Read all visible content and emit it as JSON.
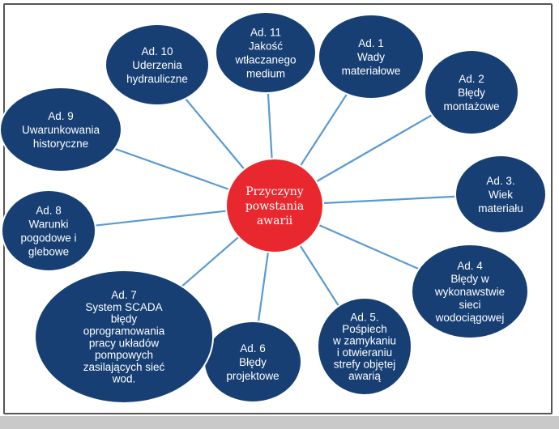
{
  "diagram": {
    "center": {
      "lines": [
        "Przyczyny",
        "powstania",
        "awarii"
      ],
      "color": "#e8282e"
    },
    "node_color": "#173f74",
    "line_color": "#5a9ad0",
    "nodes": [
      {
        "id": "ad1",
        "lines": [
          "Ad. 1",
          "Wady",
          "materiałowe"
        ]
      },
      {
        "id": "ad2",
        "lines": [
          "Ad. 2",
          "Błędy",
          "montażowe"
        ]
      },
      {
        "id": "ad3",
        "lines": [
          "Ad. 3.",
          "Wiek",
          "materiału"
        ]
      },
      {
        "id": "ad4",
        "lines": [
          "Ad. 4",
          "Błędy w",
          "wykonawstwie",
          "sieci",
          "wodociągowej"
        ]
      },
      {
        "id": "ad5",
        "lines": [
          "Ad. 5.",
          "Pośpiech",
          "w zamykaniu",
          "i otwieraniu",
          "strefy objętej",
          "awarią"
        ]
      },
      {
        "id": "ad6",
        "lines": [
          "Ad. 6",
          "Błędy",
          "projektowe"
        ]
      },
      {
        "id": "ad7",
        "lines": [
          "Ad. 7",
          "System SCADA",
          "błędy",
          "oprogramowania",
          "pracy układów",
          "pompowych",
          "zasilających sieć",
          "wod."
        ]
      },
      {
        "id": "ad8",
        "lines": [
          "Ad. 8",
          "Warunki",
          "pogodowe i",
          "glebowe"
        ]
      },
      {
        "id": "ad9",
        "lines": [
          "Ad. 9",
          "Uwarunkowania",
          "historyczne"
        ]
      },
      {
        "id": "ad10",
        "lines": [
          "Ad. 10",
          "Uderzenia",
          "hydrauliczne"
        ]
      },
      {
        "id": "ad11",
        "lines": [
          "Ad. 11",
          "Jakość",
          "wtłaczanego",
          "medium"
        ]
      }
    ]
  }
}
